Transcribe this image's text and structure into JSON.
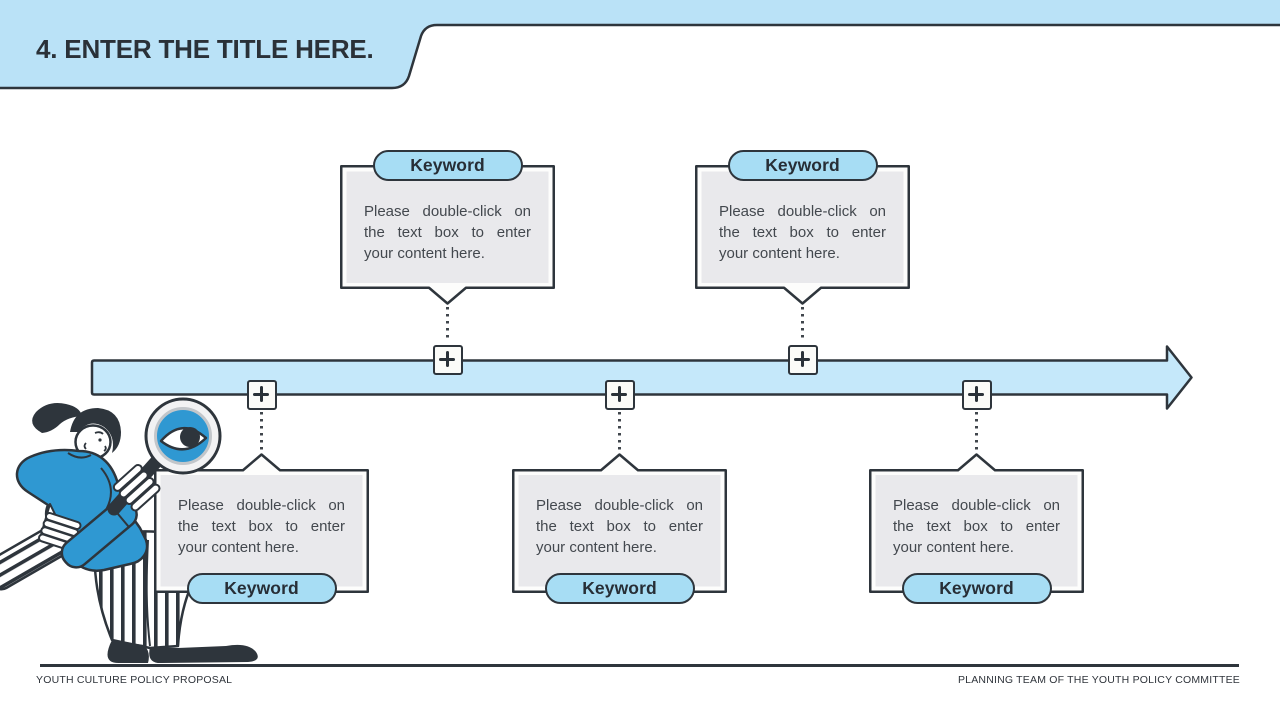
{
  "slide": {
    "title": "4. ENTER THE TITLE HERE.",
    "footer": {
      "left": "YOUTH CULTURE POLICY PROPOSAL",
      "right": "PLANNING TEAM OF THE YOUTH POLICY COMMITTEE"
    }
  },
  "timeline": {
    "marker_symbol": "+",
    "items": [
      {
        "keyword": "Keyword",
        "position": "bottom",
        "body_lines": [
          "Please double-click on",
          "the text box to enter",
          "your content here."
        ]
      },
      {
        "keyword": "Keyword",
        "position": "top",
        "body_lines": [
          "Please double-click on",
          "the text box to enter",
          "your content here."
        ]
      },
      {
        "keyword": "Keyword",
        "position": "bottom",
        "body_lines": [
          "Please double-click on",
          "the text box to enter",
          "your content here."
        ]
      },
      {
        "keyword": "Keyword",
        "position": "top",
        "body_lines": [
          "Please double-click on",
          "the text box to enter",
          "your content here."
        ]
      },
      {
        "keyword": "Keyword",
        "position": "bottom",
        "body_lines": [
          "Please double-click on",
          "the text box to enter",
          "your content here."
        ]
      }
    ]
  },
  "icons": {
    "marker": "plus-icon",
    "illustration": "woman-with-magnifying-glass-illustration"
  },
  "colors": {
    "outline_dark": "#2e353c",
    "banner_blue": "#bae2f7",
    "timeline_blue": "#c5e8fa",
    "pill_blue": "#a7ddf4",
    "panel_gray": "#e9e9ec",
    "body_text": "#43484e",
    "illustration_blue": "#2f98d2"
  }
}
